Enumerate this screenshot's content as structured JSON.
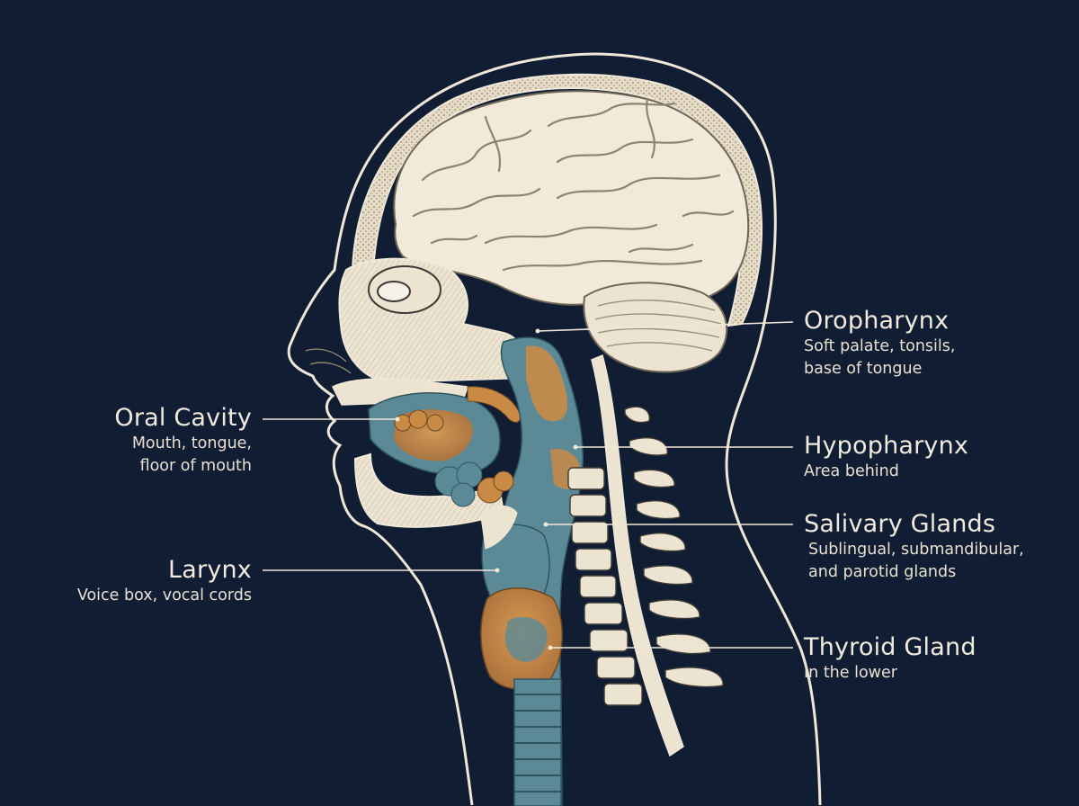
{
  "diagram": {
    "palette": {
      "background": "#101d33",
      "outline": "#efe8d8",
      "bone": "#ece4d0",
      "brain": "#f1eadb",
      "mucosa_teal": "#5b8a96",
      "tissue_orange": "#c98a45"
    },
    "labels": {
      "oral_cavity": {
        "title": "Oral Cavity",
        "description_lines": [
          "Mouth, tongue,",
          "floor of mouth"
        ]
      },
      "larynx": {
        "title": "Larynx",
        "description_lines": [
          "Voice box, vocal cords"
        ]
      },
      "oropharynx": {
        "title": "Oropharynx",
        "description_lines": [
          "Soft palate, tonsils,",
          "base of tongue"
        ]
      },
      "hypopharynx": {
        "title": "Hypopharynx",
        "description_lines": [
          "Area behind"
        ]
      },
      "salivary_glands": {
        "title": "Salivary Glands",
        "description_lines": [
          "Sublingual, submandibular,",
          "and parotid glands"
        ]
      },
      "thyroid_gland": {
        "title": "Thyroid Gland",
        "description_lines": [
          "In the lower"
        ]
      }
    }
  }
}
